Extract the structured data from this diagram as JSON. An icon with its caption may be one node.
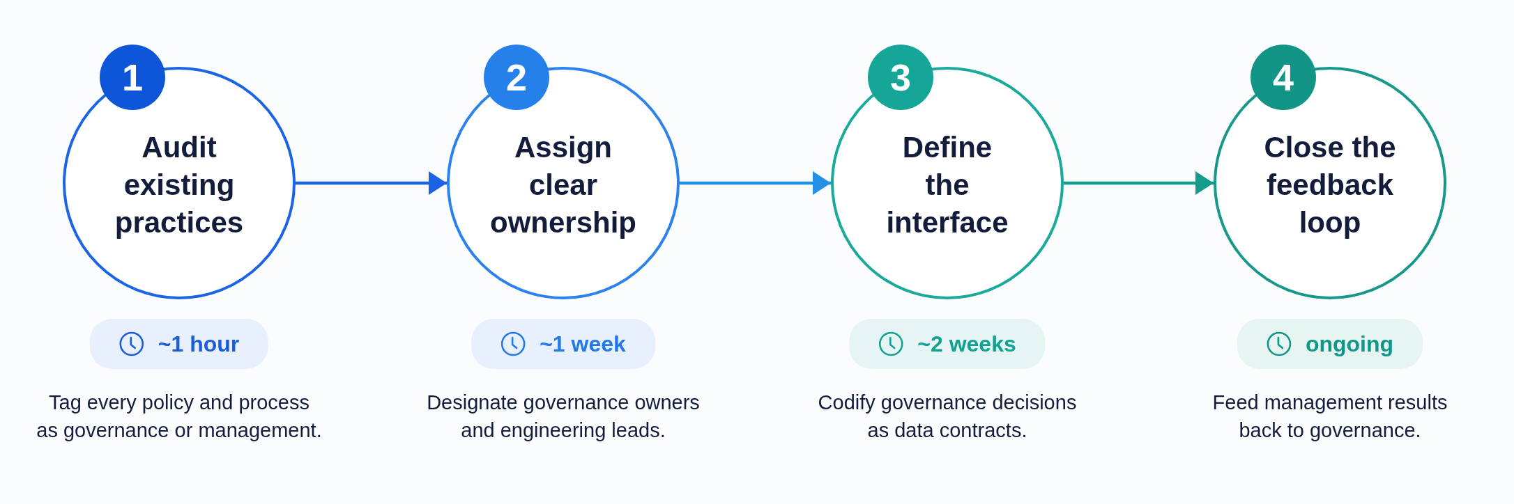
{
  "diagram": {
    "nodes": [
      {
        "text": [
          "1"
        ]
      },
      {
        "text": [
          "Audit existing practices"
        ]
      },
      {
        "text": [
          "~1 hour"
        ],
        "beside": [
          "Tag every policy and process as governance or management."
        ]
      },
      {
        "text": [
          "2"
        ]
      },
      {
        "text": [
          "Assign clear ownership"
        ]
      },
      {
        "text": [
          "~1 week"
        ],
        "beside": [
          "Designate governance owners and engineering leads."
        ]
      },
      {
        "text": [
          "3"
        ]
      },
      {
        "text": [
          "Define the interface"
        ]
      },
      {
        "text": [
          "~2 weeks"
        ],
        "beside": [
          "Codify governance decisions as data contracts."
        ]
      },
      {
        "text": [
          "4"
        ]
      },
      {
        "text": [
          "Close the feedback loop"
        ]
      },
      {
        "text": [
          "ongoing"
        ],
        "beside": [
          "Feed management results back to governance."
        ]
      }
    ],
    "edges": [
      {
        "from": 1,
        "to": 4,
        "arrow": "to",
        "color": "#1b63e4"
      },
      {
        "from": 4,
        "to": 7,
        "arrow": "to",
        "color": "#2391e6"
      },
      {
        "from": 7,
        "to": 10,
        "arrow": "to",
        "color": "#159c8d"
      }
    ]
  }
}
